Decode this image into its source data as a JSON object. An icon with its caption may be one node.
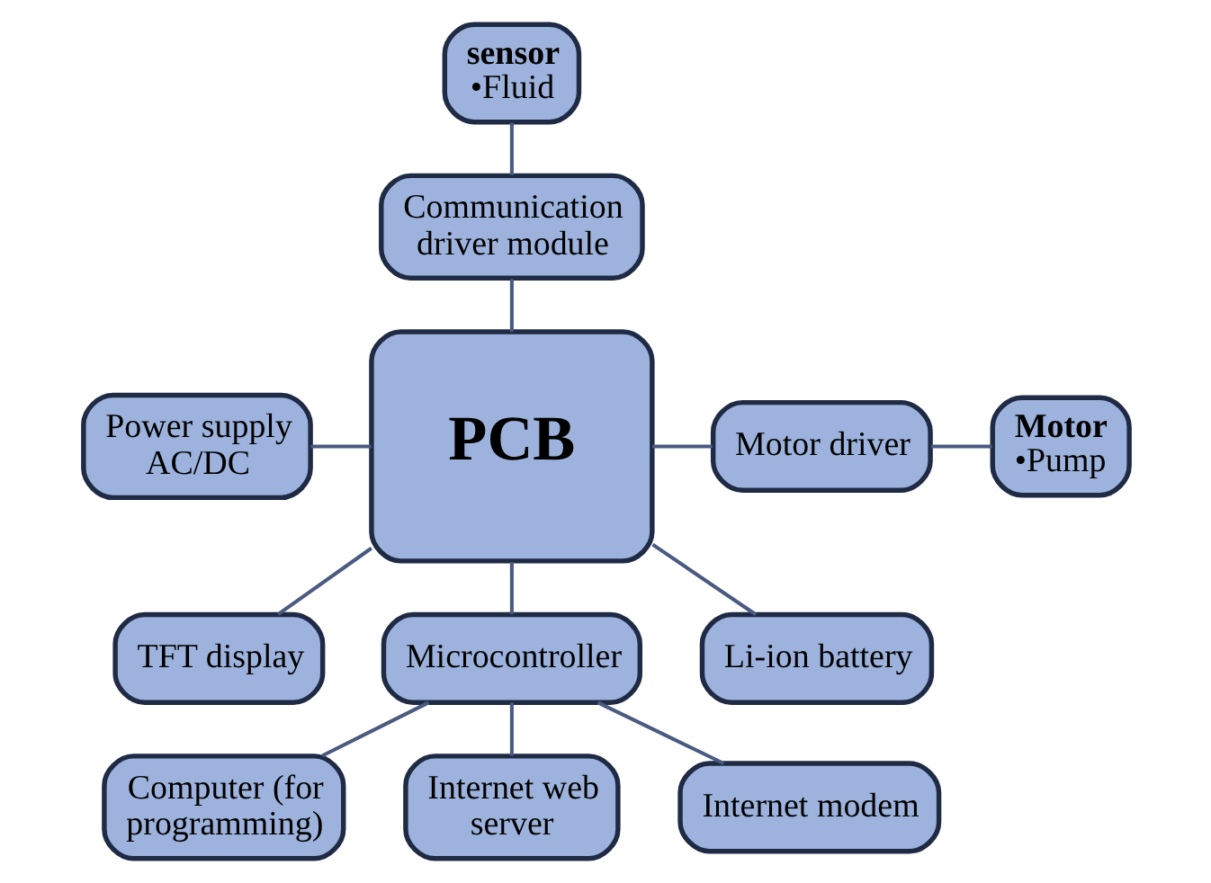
{
  "diagram": {
    "nodes": [
      {
        "text": [
          "sensor",
          "•Fluid"
        ]
      },
      {
        "text": [
          "Communication driver module"
        ]
      },
      {
        "text": [
          "Power supply AC/DC"
        ]
      },
      {
        "text": [
          "PCB"
        ]
      },
      {
        "text": [
          "Motor driver"
        ]
      },
      {
        "text": [
          "Motor",
          "•Pump"
        ]
      },
      {
        "text": [
          "Li-ion battery"
        ]
      },
      {
        "text": [
          "TFT display"
        ]
      },
      {
        "text": [
          "Microcontroller"
        ]
      },
      {
        "text": [
          "Computer (for programming)"
        ]
      },
      {
        "text": [
          "Internet web server"
        ]
      },
      {
        "text": [
          "Internet modem"
        ]
      }
    ],
    "edges": [
      {
        "from": 0,
        "to": 1,
        "arrow": "none"
      },
      {
        "from": 1,
        "to": 3,
        "arrow": "none"
      },
      {
        "from": 2,
        "to": 3,
        "arrow": "none"
      },
      {
        "from": 3,
        "to": 4,
        "arrow": "none"
      },
      {
        "from": 4,
        "to": 5,
        "arrow": "none"
      },
      {
        "from": 6,
        "to": 3,
        "arrow": "none"
      },
      {
        "from": 3,
        "to": 7,
        "arrow": "none"
      },
      {
        "from": 3,
        "to": 8,
        "arrow": "none"
      },
      {
        "from": 8,
        "to": 9,
        "arrow": "none"
      },
      {
        "from": 8,
        "to": 10,
        "arrow": "none"
      },
      {
        "from": 8,
        "to": 11,
        "arrow": "none"
      }
    ]
  }
}
